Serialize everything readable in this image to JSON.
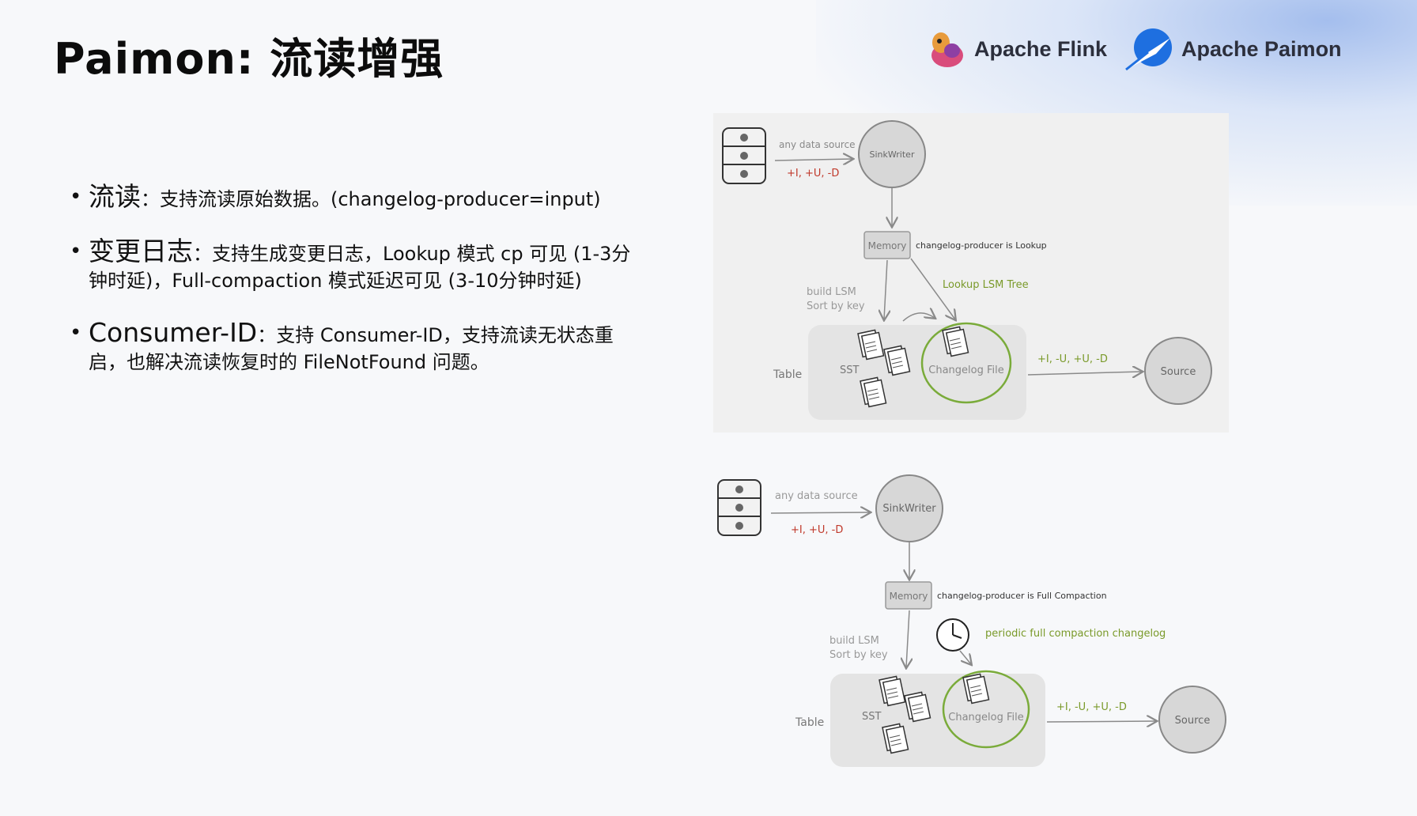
{
  "title": "Paimon: 流读增强",
  "logos": {
    "flink": "Apache Flink",
    "paimon": "Apache Paimon"
  },
  "bullets": [
    {
      "head": "流读",
      "sep": "：",
      "body": "支持流读原始数据。(changelog-producer=input)"
    },
    {
      "head": "变更日志",
      "sep": "：",
      "body": "支持生成变更日志，Lookup 模式 cp 可见 (1-3分钟时延)，Full-compaction 模式延迟可见 (3-10分钟时延)"
    },
    {
      "head": "Consumer-ID",
      "sep": "：",
      "body": "支持 Consumer-ID，支持流读无状态重启，也解决流读恢复时的 FileNotFound 问题。"
    }
  ],
  "diagram_top": {
    "source_label": "any data source",
    "ops": "+I, +U, -D",
    "sink": "SinkWriter",
    "memory": "Memory",
    "mode": "changelog-producer is Lookup",
    "lsm_build_1": "build LSM",
    "lsm_build_2": "Sort by key",
    "lookup": "Lookup LSM Tree",
    "table": "Table",
    "sst": "SST",
    "changelog": "Changelog File",
    "out_ops": "+I, -U, +U, -D",
    "source": "Source"
  },
  "diagram_bottom": {
    "source_label": "any data source",
    "ops": "+I, +U, -D",
    "sink": "SinkWriter",
    "memory": "Memory",
    "mode": "changelog-producer is Full Compaction",
    "lsm_build_1": "build LSM",
    "lsm_build_2": "Sort by key",
    "periodic": "periodic full compaction changelog",
    "table": "Table",
    "sst": "SST",
    "changelog": "Changelog File",
    "out_ops": "+I, -U, +U, -D",
    "source": "Source"
  },
  "colors": {
    "red": "#c0392b",
    "green": "#7a9a2a",
    "gray": "#888888"
  }
}
